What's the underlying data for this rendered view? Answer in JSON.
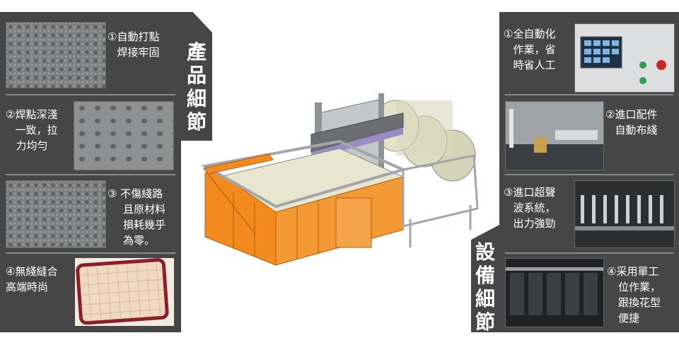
{
  "left": {
    "tab_chars": [
      "產",
      "品",
      "細",
      "節"
    ],
    "items": [
      {
        "lines": [
          "①自動打點",
          "焊接牢固"
        ]
      },
      {
        "lines": [
          "②焊點深淺",
          "一致，拉",
          "力均勻"
        ]
      },
      {
        "lines": [
          "③ 不傷綫路",
          "且原材料",
          "損耗幾乎",
          "為零。"
        ]
      },
      {
        "lines": [
          "④無綫縫合",
          "高端時尚"
        ]
      }
    ]
  },
  "right": {
    "tab_chars": [
      "設",
      "備",
      "細",
      "節"
    ],
    "items": [
      {
        "lines": [
          "①全自動化",
          "作業，省",
          "時省人工"
        ]
      },
      {
        "lines": [
          "②進口配件",
          "自動布綫"
        ]
      },
      {
        "lines": [
          "③進口超聲",
          "波系統，",
          "出力強勁"
        ]
      },
      {
        "lines": [
          "④采用單工",
          "位作業，",
          "跟換花型",
          "便捷"
        ]
      }
    ]
  },
  "colors": {
    "panel": "#464646",
    "machine_orange": "#f28a1e",
    "machine_frame": "#b9bcbf",
    "roll": "#d6d4b8"
  }
}
